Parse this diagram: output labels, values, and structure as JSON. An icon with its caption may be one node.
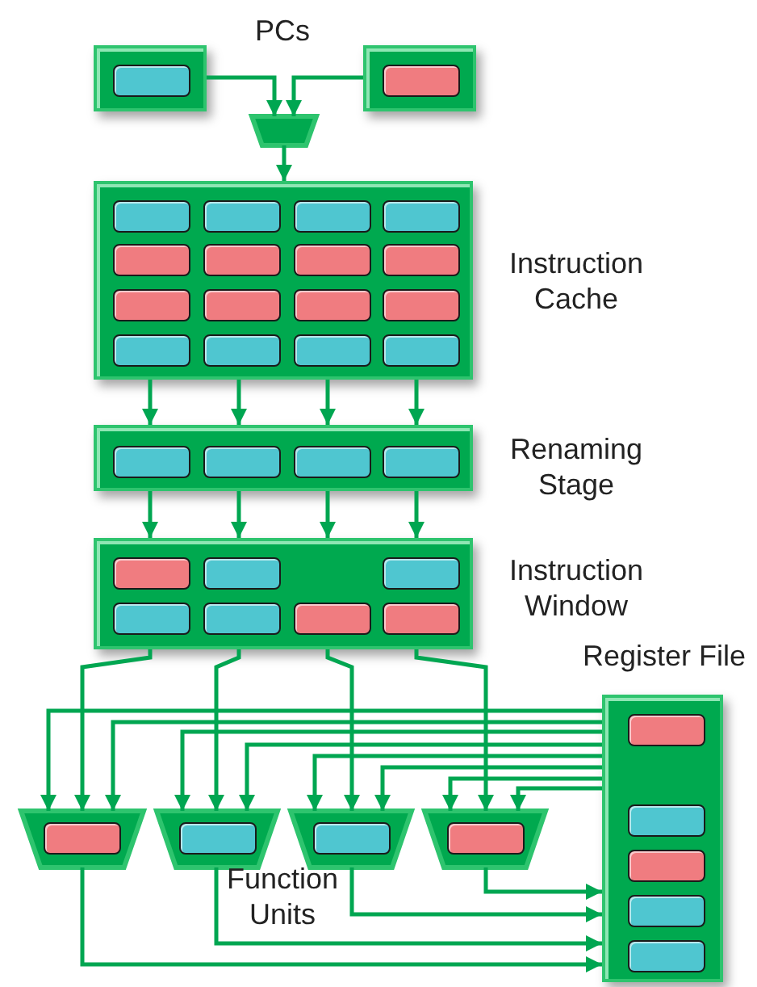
{
  "diagram": {
    "nodes": [
      {
        "text": [],
        "shape": "box"
      },
      {
        "text": [],
        "shape": "box",
        "in": 0
      },
      {
        "text": [],
        "shape": "box"
      },
      {
        "text": [],
        "shape": "box",
        "in": 2
      },
      {
        "text": [],
        "shape": "trapezoid"
      },
      {
        "text": [
          "Instruction Cache"
        ]
      },
      {
        "text": [],
        "shape": "box",
        "in": 5
      },
      {
        "text": [],
        "shape": "box",
        "in": 5
      },
      {
        "text": [],
        "shape": "box",
        "in": 5
      },
      {
        "text": [],
        "shape": "box",
        "in": 5
      },
      {
        "text": [],
        "shape": "box",
        "in": 5
      },
      {
        "text": [],
        "shape": "box",
        "in": 5
      },
      {
        "text": [],
        "shape": "box",
        "in": 5
      },
      {
        "text": [],
        "shape": "box",
        "in": 5
      },
      {
        "text": [],
        "shape": "box",
        "in": 5
      },
      {
        "text": [],
        "shape": "box",
        "in": 5
      },
      {
        "text": [],
        "shape": "box",
        "in": 5
      },
      {
        "text": [],
        "shape": "box",
        "in": 5
      },
      {
        "text": [],
        "shape": "box",
        "in": 5
      },
      {
        "text": [],
        "shape": "box",
        "in": 5
      },
      {
        "text": [],
        "shape": "box",
        "in": 5
      },
      {
        "text": [],
        "shape": "box",
        "in": 5
      },
      {
        "text": [
          "Renaming Stage"
        ]
      },
      {
        "text": [],
        "shape": "box",
        "in": 22
      },
      {
        "text": [],
        "shape": "box",
        "in": 22
      },
      {
        "text": [],
        "shape": "box",
        "in": 22
      },
      {
        "text": [],
        "shape": "box",
        "in": 22
      },
      {
        "text": [
          "Instruction Window"
        ]
      },
      {
        "text": [],
        "shape": "box",
        "in": 27
      },
      {
        "text": [],
        "shape": "box",
        "in": 27
      },
      {
        "text": [],
        "shape": "box",
        "in": 27
      },
      {
        "text": [],
        "shape": "box",
        "in": 27
      },
      {
        "text": [],
        "shape": "box",
        "in": 27
      },
      {
        "text": [],
        "shape": "box",
        "in": 27
      },
      {
        "text": [],
        "shape": "box",
        "in": 27
      },
      {
        "text": [
          "Register File"
        ]
      },
      {
        "text": [],
        "shape": "box",
        "in": 35
      },
      {
        "text": [],
        "shape": "box",
        "in": 35
      },
      {
        "text": [],
        "shape": "box",
        "in": 35
      },
      {
        "text": [],
        "shape": "box",
        "in": 35
      },
      {
        "text": [],
        "shape": "box",
        "in": 35
      },
      {
        "text": [],
        "shape": "trapezoid"
      },
      {
        "text": [],
        "shape": "box",
        "in": 41
      },
      {
        "text": [],
        "shape": "trapezoid"
      },
      {
        "text": [],
        "shape": "box",
        "in": 43
      },
      {
        "text": [],
        "shape": "trapezoid"
      },
      {
        "text": [],
        "shape": "box",
        "in": 45
      },
      {
        "text": [],
        "shape": "trapezoid"
      },
      {
        "text": [],
        "shape": "box",
        "in": 47
      }
    ],
    "edges": [
      {
        "from": 0,
        "to": 4,
        "arrow": "to"
      },
      {
        "from": 2,
        "to": 4,
        "arrow": "to"
      },
      {
        "from": 4,
        "to": 5,
        "arrow": "to"
      },
      {
        "from": 5,
        "to": 22,
        "arrow": "to"
      },
      {
        "from": 5,
        "to": 22,
        "arrow": "to"
      },
      {
        "from": 5,
        "to": 22,
        "arrow": "to"
      },
      {
        "from": 5,
        "to": 22,
        "arrow": "to"
      },
      {
        "from": 22,
        "to": 27,
        "arrow": "to"
      },
      {
        "from": 22,
        "to": 27,
        "arrow": "to"
      },
      {
        "from": 22,
        "to": 27,
        "arrow": "to"
      },
      {
        "from": 22,
        "to": 27,
        "arrow": "to"
      },
      {
        "from": 27,
        "to": 41,
        "arrow": "to"
      },
      {
        "from": 27,
        "to": 43,
        "arrow": "to"
      },
      {
        "from": 27,
        "to": 45,
        "arrow": "to"
      },
      {
        "from": 27,
        "to": 47,
        "arrow": "to"
      },
      {
        "from": 35,
        "to": 41,
        "arrow": "to"
      },
      {
        "from": 35,
        "to": 41,
        "arrow": "to"
      },
      {
        "from": 35,
        "to": 43,
        "arrow": "to"
      },
      {
        "from": 35,
        "to": 43,
        "arrow": "to"
      },
      {
        "from": 35,
        "to": 45,
        "arrow": "to"
      },
      {
        "from": 35,
        "to": 45,
        "arrow": "to"
      },
      {
        "from": 35,
        "to": 47,
        "arrow": "to"
      },
      {
        "from": 35,
        "to": 47,
        "arrow": "to"
      },
      {
        "from": 47,
        "to": 35,
        "arrow": "to"
      },
      {
        "from": 45,
        "to": 35,
        "arrow": "to"
      },
      {
        "from": 43,
        "to": 35,
        "arrow": "to"
      },
      {
        "from": 41,
        "to": 35,
        "arrow": "to"
      }
    ],
    "labels": [
      "PCs",
      "Function Units"
    ]
  }
}
